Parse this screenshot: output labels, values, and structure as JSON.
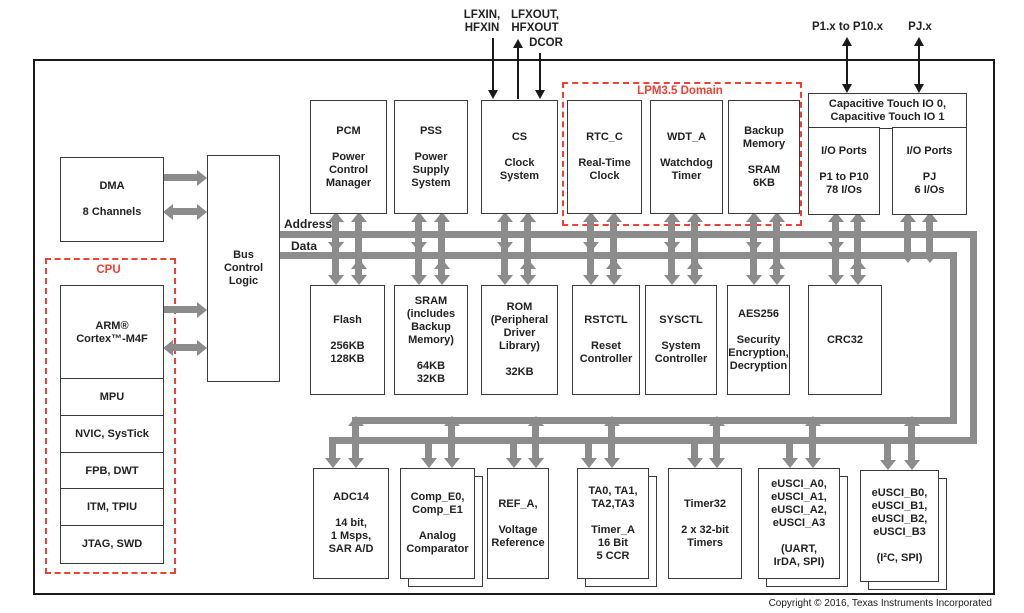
{
  "diagram": {
    "top_labels": {
      "lfxin": "LFXIN,\nHFXIN",
      "lfxout": "LFXOUT,\nHFXOUT",
      "dcor": "DCOR",
      "p1": "P1.x to P10.x",
      "pj": "PJ.x"
    },
    "bus_labels": {
      "address": "Address",
      "data": "Data"
    },
    "regions": {
      "cpu": "CPU",
      "lpm": "LPM3.5 Domain"
    },
    "blocks": {
      "dma": "DMA\n\n8 Channels",
      "bus_control": "Bus\nControl\nLogic",
      "arm": "ARM®\nCortex™-M4F",
      "mpu": "MPU",
      "nvic": "NVIC, SysTick",
      "fpb": "FPB, DWT",
      "itm": "ITM, TPIU",
      "jtag": "JTAG, SWD",
      "pcm": "PCM\n\nPower\nControl\nManager",
      "pss": "PSS\n\nPower\nSupply\nSystem",
      "cs": "CS\n\nClock\nSystem",
      "rtc": "RTC_C\n\nReal-Time\nClock",
      "wdt": "WDT_A\n\nWatchdog\nTimer",
      "backup": "Backup\nMemory\n\nSRAM\n6KB",
      "captouch": "Capacitive Touch IO 0,\nCapacitive Touch IO 1",
      "io_p1": "I/O Ports\n\nP1 to P10\n78 I/Os",
      "io_pj": "I/O Ports\n\nPJ\n6 I/Os",
      "flash": "Flash\n\n256KB\n128KB",
      "sram": "SRAM\n(includes\nBackup\nMemory)\n\n64KB\n32KB",
      "rom": "ROM\n(Peripheral\nDriver\nLibrary)\n\n32KB",
      "rstctl": "RSTCTL\n\nReset\nController",
      "sysctl": "SYSCTL\n\nSystem\nController",
      "aes": "AES256\n\nSecurity\nEncryption,\nDecryption",
      "crc": "CRC32",
      "adc": "ADC14\n\n14 bit,\n1 Msps,\nSAR A/D",
      "comp": "Comp_E0,\nComp_E1\n\nAnalog\nComparator",
      "ref": "REF_A,\n\nVoltage\nReference",
      "ta": "TA0, TA1,\nTA2,TA3\n\nTimer_A\n16 Bit\n5 CCR",
      "timer32": "Timer32\n\n2 x 32-bit\nTimers",
      "eusci_a": "eUSCI_A0,\neUSCI_A1,\neUSCI_A2,\neUSCI_A3\n\n(UART,\nIrDA, SPI)",
      "eusci_b": "eUSCI_B0,\neUSCI_B1,\neUSCI_B2,\neUSCI_B3\n\n(I²C, SPI)"
    },
    "footer": "Copyright © 2016, Texas Instruments Incorporated",
    "colors": {
      "bus": "#8c8c8c",
      "block_border": "#3a3a3a",
      "region_dashed": "#ee4035",
      "text": "#222222"
    }
  }
}
